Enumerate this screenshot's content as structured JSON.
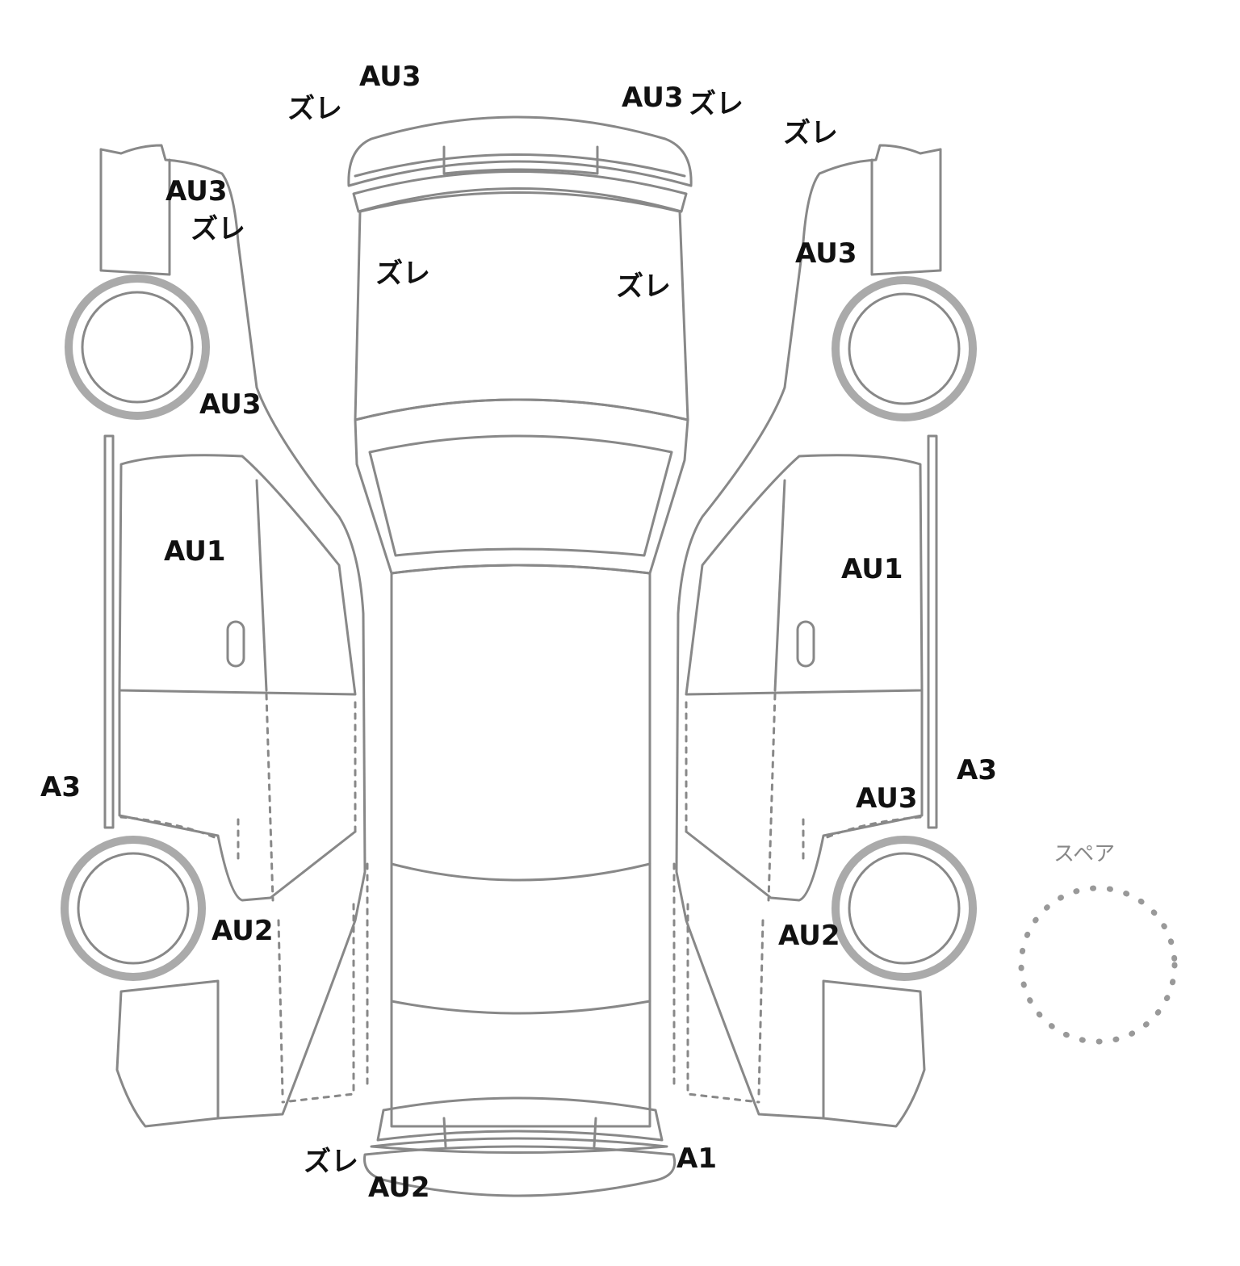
{
  "colors": {
    "outline": "#888888",
    "label": "#111111",
    "background": "#ffffff"
  },
  "spare_label": "スペア",
  "damage_marks": [
    {
      "id": "top-left-zure",
      "text": "ズレ"
    },
    {
      "id": "top-au3-a",
      "text": "AU3"
    },
    {
      "id": "top-au3-b",
      "text": "AU3"
    },
    {
      "id": "top-right-zure",
      "text": "ズレ"
    },
    {
      "id": "right-zure-a",
      "text": "ズレ"
    },
    {
      "id": "left-front-au3",
      "text": "AU3"
    },
    {
      "id": "left-front-zure",
      "text": "ズレ"
    },
    {
      "id": "right-front-au3",
      "text": "AU3"
    },
    {
      "id": "hood-left-zure",
      "text": "ズレ"
    },
    {
      "id": "hood-right-zure",
      "text": "ズレ"
    },
    {
      "id": "left-pillar-au3",
      "text": "AU3"
    },
    {
      "id": "left-door-au1",
      "text": "AU1"
    },
    {
      "id": "right-door-au1",
      "text": "AU1"
    },
    {
      "id": "left-a3",
      "text": "A3"
    },
    {
      "id": "right-a3",
      "text": "A3"
    },
    {
      "id": "right-rear-au3",
      "text": "AU3"
    },
    {
      "id": "left-rear-au2",
      "text": "AU2"
    },
    {
      "id": "right-rear-au2",
      "text": "AU2"
    },
    {
      "id": "rear-zure",
      "text": "ズレ"
    },
    {
      "id": "rear-au2",
      "text": "AU2"
    },
    {
      "id": "rear-a1",
      "text": "A1"
    }
  ]
}
